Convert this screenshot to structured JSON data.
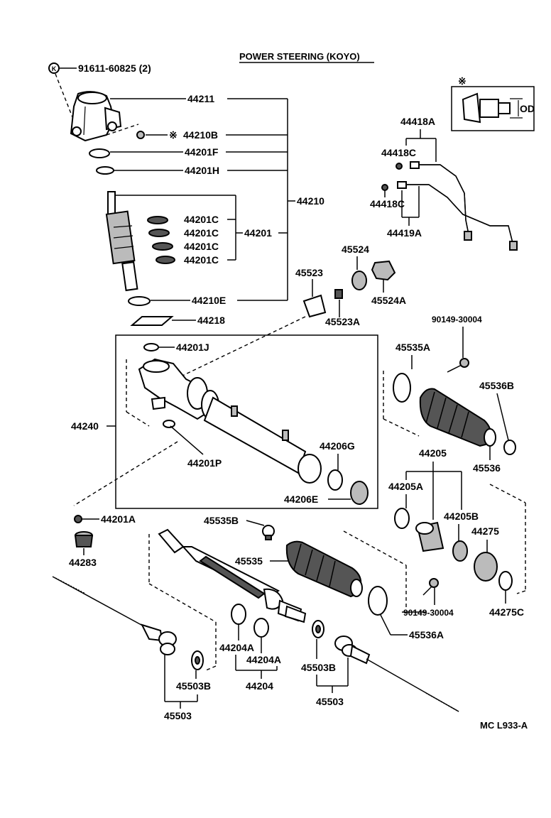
{
  "title": "POWER STEERING (KOYO)",
  "footer_code": "MC L933-A",
  "note_symbol": "※",
  "od_label": "OD",
  "circle_marker": "K",
  "labels": {
    "p91611": "91611-60825 (2)",
    "p44211": "44211",
    "p44210b": "44210B",
    "p44201f": "44201F",
    "p44201h": "44201H",
    "p44210": "44210",
    "p44201c": "44201C",
    "p44201": "44201",
    "p44210e": "44210E",
    "p44218": "44218",
    "p44201j": "44201J",
    "p44240": "44240",
    "p44201p": "44201P",
    "p44206g": "44206G",
    "p44206e": "44206E",
    "p44201a": "44201A",
    "p44283": "44283",
    "p45523": "45523",
    "p45523a": "45523A",
    "p45524": "45524",
    "p45524a": "45524A",
    "p44418a": "44418A",
    "p44418c": "44418C",
    "p44419a": "44419A",
    "p90149": "90149-30004",
    "p45535a": "45535A",
    "p45536b": "45536B",
    "p45536": "45536",
    "p44205": "44205",
    "p44205a": "44205A",
    "p44205b": "44205B",
    "p44275": "44275",
    "p44275c": "44275C",
    "p45535b": "45535B",
    "p45535": "45535",
    "p45536a": "45536A",
    "p44204a": "44204A",
    "p44204": "44204",
    "p45503b": "45503B",
    "p45503": "45503"
  }
}
